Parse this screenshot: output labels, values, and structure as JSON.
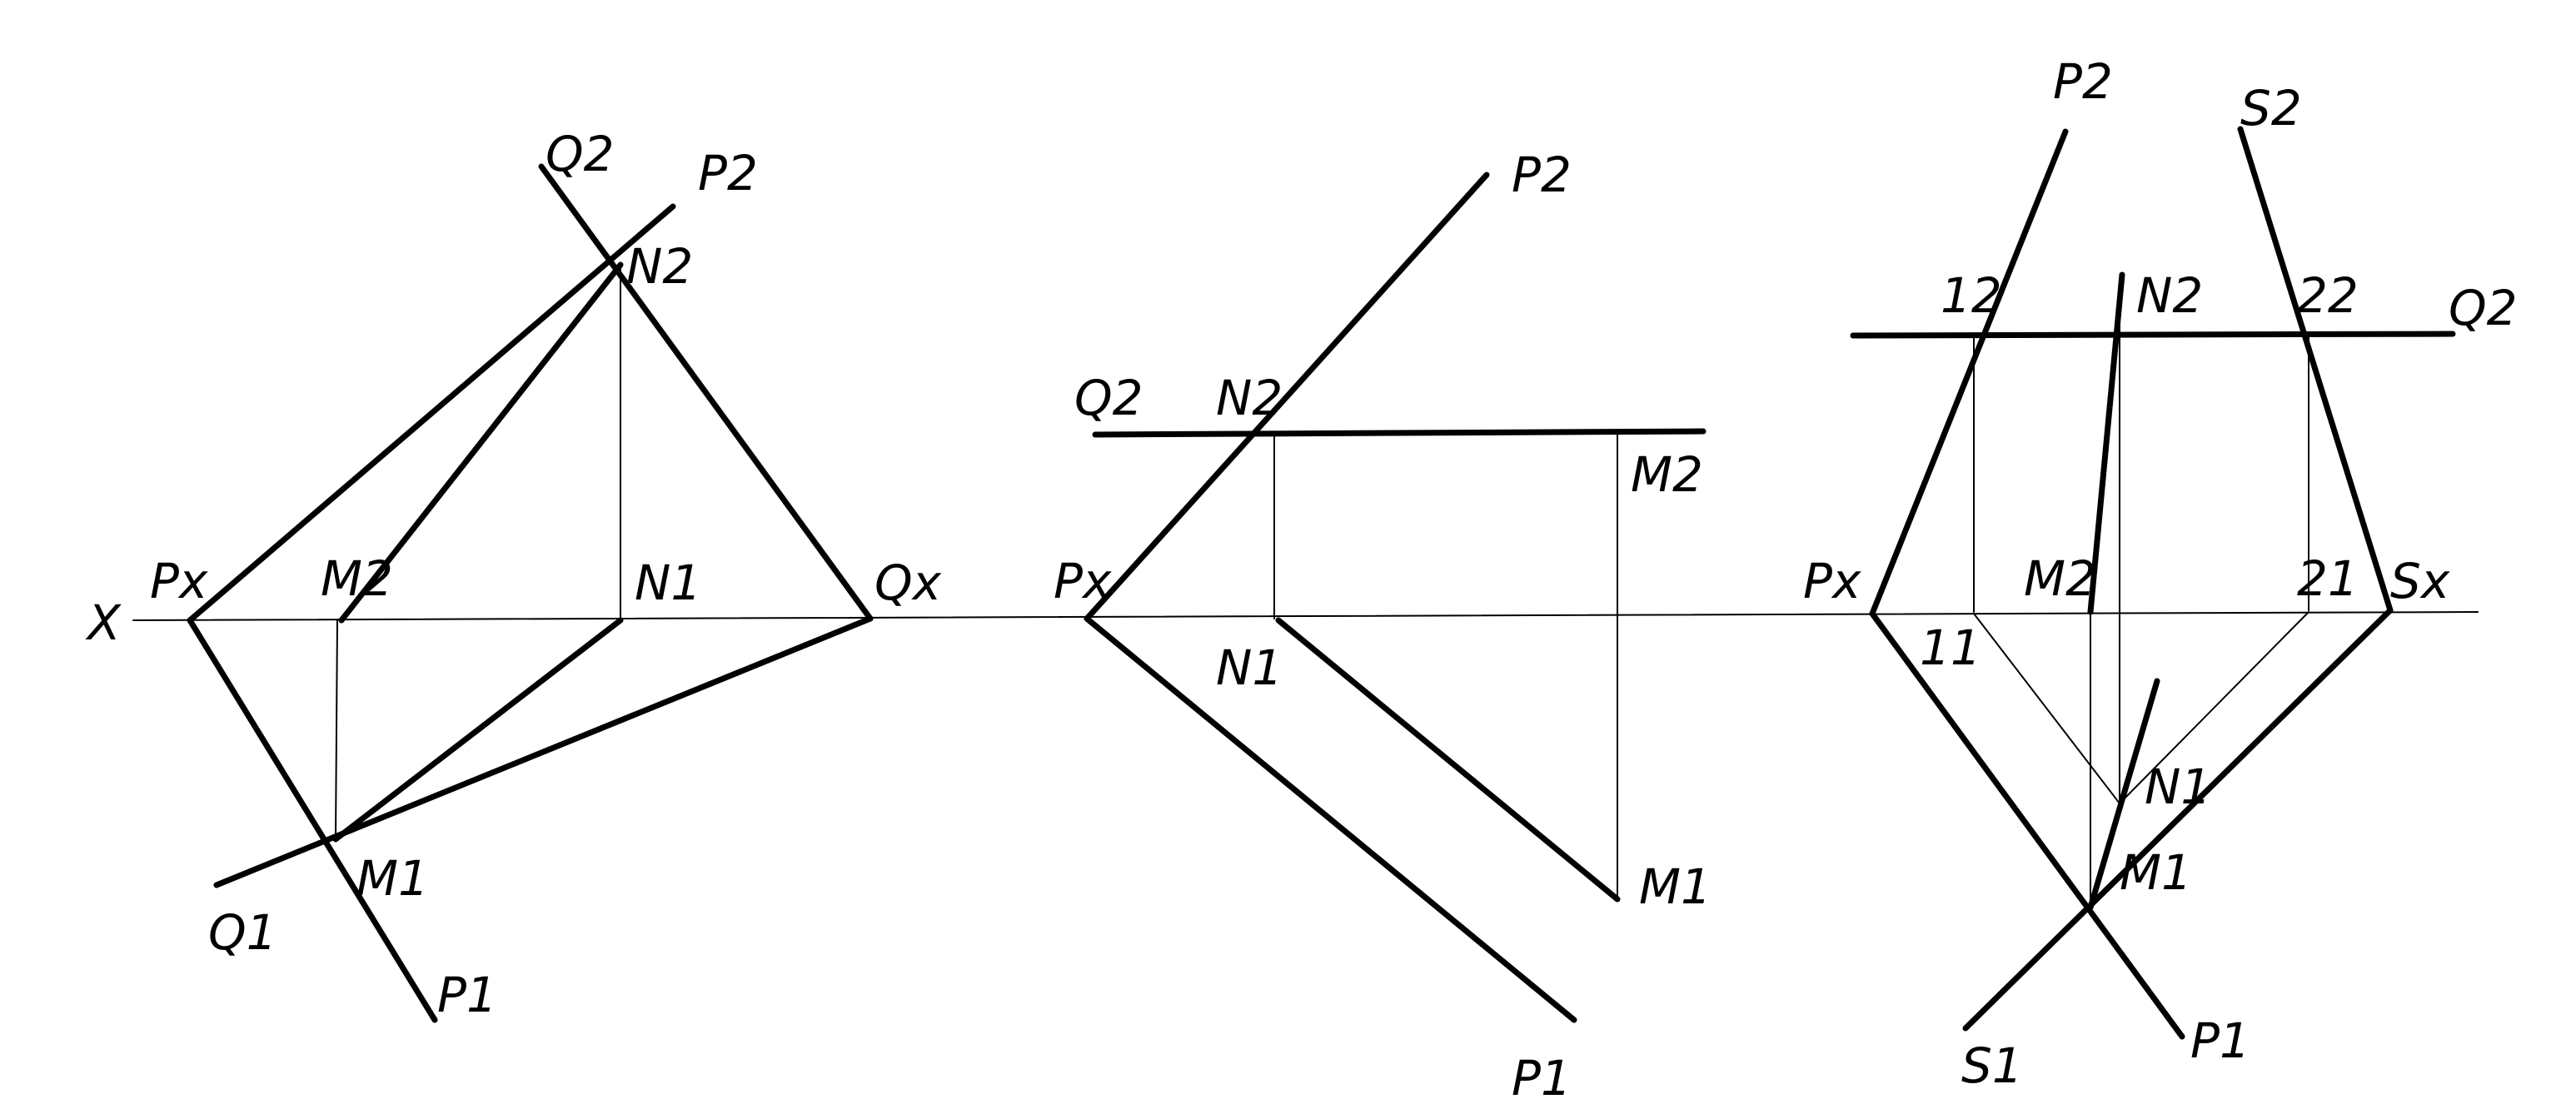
{
  "axis_label": "X",
  "figures": [
    {
      "labels": {
        "P2": "P2",
        "Q2": "Q2",
        "N2": "N2",
        "Px": "Px",
        "M2": "M2",
        "N1": "N1",
        "Qx": "Qx",
        "M1": "M1",
        "Q1": "Q1",
        "P1": "P1"
      }
    },
    {
      "labels": {
        "P2": "P2",
        "Q2": "Q2",
        "N2": "N2",
        "M2": "M2",
        "Px": "Px",
        "N1": "N1",
        "M1": "M1",
        "P1": "P1"
      }
    },
    {
      "labels": {
        "P2": "P2",
        "S2": "S2",
        "1_2": "12",
        "N2": "N2",
        "2_2": "22",
        "Q2": "Q2",
        "Px": "Px",
        "M2": "M2",
        "2_1": "21",
        "Sx": "Sx",
        "1_1": "11",
        "N1": "N1",
        "M1": "M1",
        "S1": "S1",
        "P1": "P1"
      }
    }
  ]
}
